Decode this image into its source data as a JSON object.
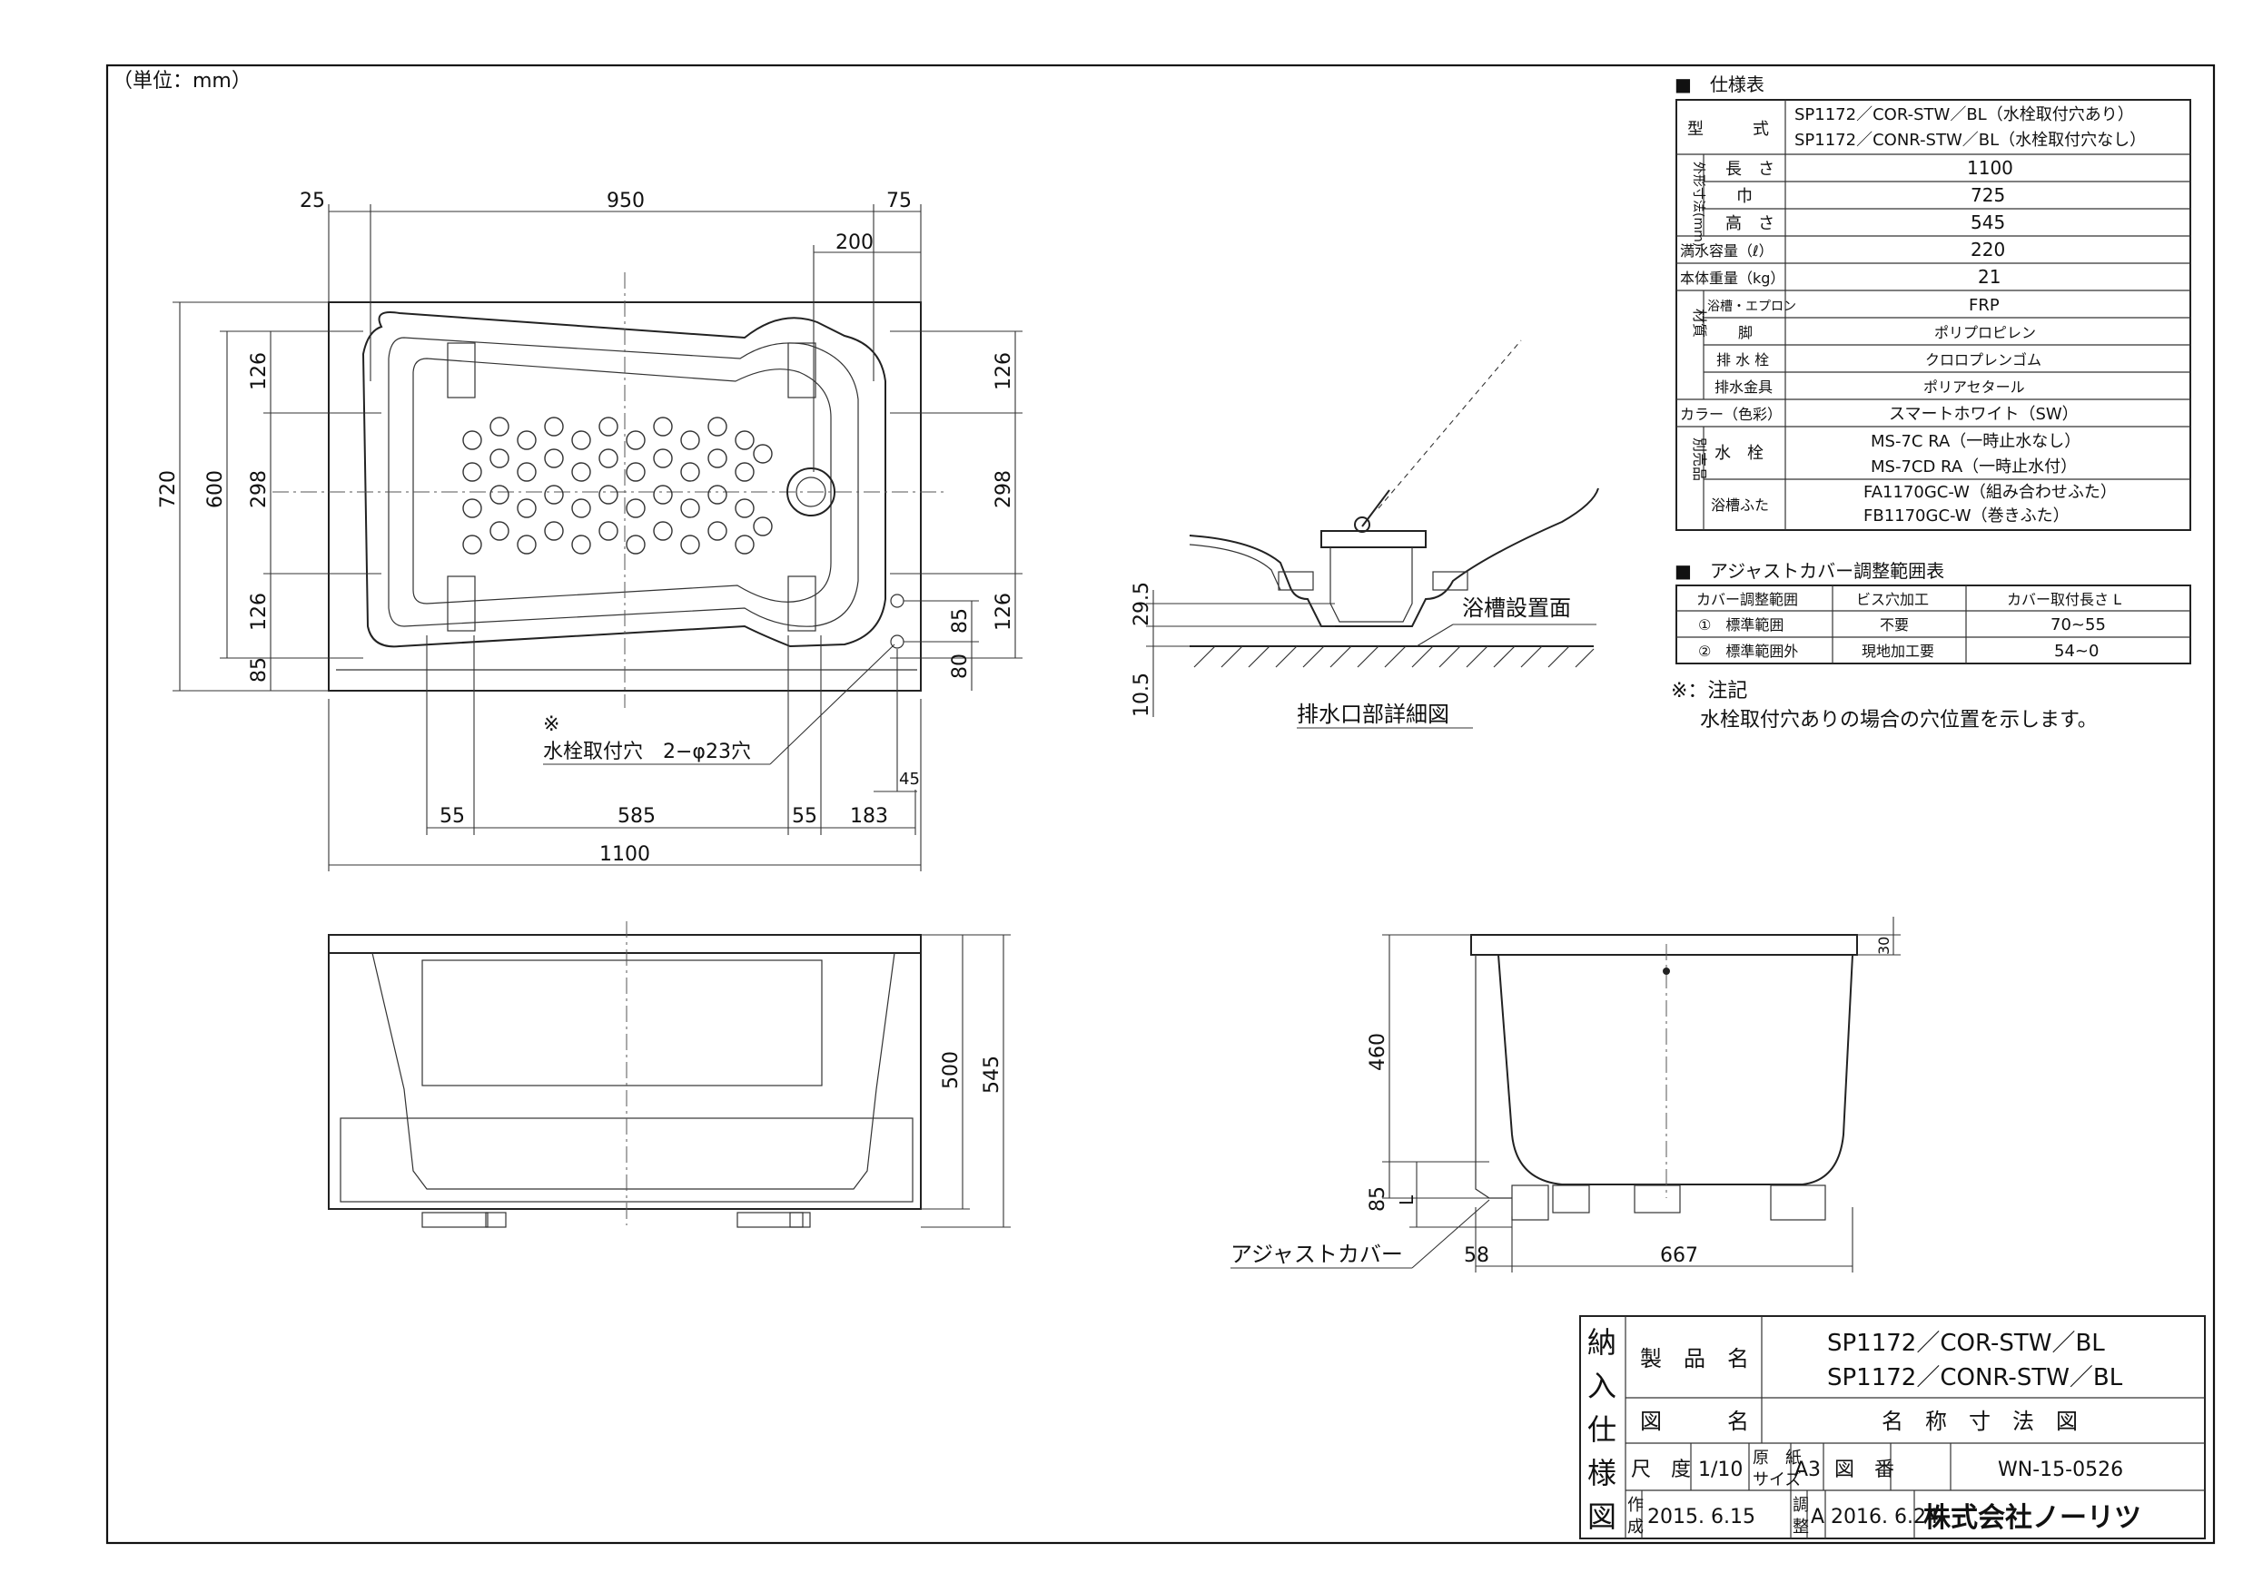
{
  "unit_label": "（単位：mm）",
  "spec": {
    "heading": "■　仕様表",
    "model_label": "型　　　式",
    "model_values": [
      "SP1172／COR-STW／BL（水栓取付穴あり）",
      "SP1172／CONR-STW／BL（水栓取付穴なし）"
    ],
    "outer_label": "外形寸法(mm)",
    "length_label": "長　さ",
    "length_value": "1100",
    "width_label": "巾",
    "width_value": "725",
    "height_label": "高　さ",
    "height_value": "545",
    "capacity_label": "満水容量（ℓ）",
    "capacity_value": "220",
    "weight_label": "本体重量（kg）",
    "weight_value": "21",
    "material_label": "材質",
    "mat_tub_label": "浴槽・エプロン",
    "mat_tub_value": "FRP",
    "mat_leg_label": "脚",
    "mat_leg_value": "ポリプロピレン",
    "mat_plug_label": "排 水 栓",
    "mat_plug_value": "クロロプレンゴム",
    "mat_drain_label": "排水金具",
    "mat_drain_value": "ポリアセタール",
    "color_label": "カラー（色彩）",
    "color_value": "スマートホワイト（SW）",
    "sold_label": "別売品",
    "faucet_label": "水　栓",
    "faucet_values": [
      "MS-7C RA（一時止水なし）",
      "MS-7CD RA（一時止水付）"
    ],
    "cover_label": "浴槽ふた",
    "cover_values": [
      "FA1170GC-W（組み合わせふた）",
      "FB1170GC-W（巻きふた）"
    ]
  },
  "adjust": {
    "heading": "■　アジャストカバー調整範囲表",
    "headers": [
      "カバー調整範囲",
      "ビス穴加工",
      "カバー取付長さ L"
    ],
    "rows": [
      [
        "①　標準範囲",
        "不要",
        "70~55"
      ],
      [
        "②　標準範囲外",
        "現地加工要",
        "54~0"
      ]
    ]
  },
  "note": {
    "title": "※：注記",
    "text": "水栓取付穴ありの場合の穴位置を示します。"
  },
  "plan_dims": {
    "top": [
      "25",
      "950",
      "75"
    ],
    "top2": "200",
    "left_outer": "720",
    "left_mid": "600",
    "left_parts": [
      "126",
      "298",
      "126",
      "85"
    ],
    "right_parts": [
      "126",
      "298",
      "126"
    ],
    "right_holes": [
      "85",
      "80"
    ],
    "hole_offset": "45",
    "bottom": [
      "55",
      "585",
      "55",
      "183"
    ],
    "overall": "1100",
    "hole_mark": "※",
    "hole_label": "水栓取付穴　2−φ23穴"
  },
  "detail": {
    "dims": [
      "29.5",
      "10.5"
    ],
    "floor_label": "浴槽設置面",
    "title": "排水口部詳細図"
  },
  "front_dims": [
    "500",
    "545"
  ],
  "side_dims": {
    "height": "460",
    "bottom": "85",
    "L": "L",
    "top": "30",
    "foot": "58",
    "width": "667"
  },
  "adjust_cover_label": "アジャストカバー",
  "title_block": {
    "vertical": [
      "納",
      "入",
      "仕",
      "様",
      "図"
    ],
    "product_label": "製　品　名",
    "product_values": [
      "SP1172／COR-STW／BL",
      "SP1172／CONR-STW／BL"
    ],
    "drawing_label": "図　　　名",
    "drawing_value": "名　称　寸　法　図",
    "scale_label": "尺　度",
    "scale_value": "1/10",
    "paper_label": [
      "原　紙",
      "サイズ"
    ],
    "paper_value": "A3",
    "number_label": "図　番",
    "number_value": "WN-15-0526",
    "made_label": [
      "作",
      "成"
    ],
    "made_value": "2015. 6.15",
    "adj_label": [
      "調",
      "整"
    ],
    "adj_mark": "A",
    "adj_value": "2016. 6.24",
    "company": "株式会社ノーリツ"
  }
}
